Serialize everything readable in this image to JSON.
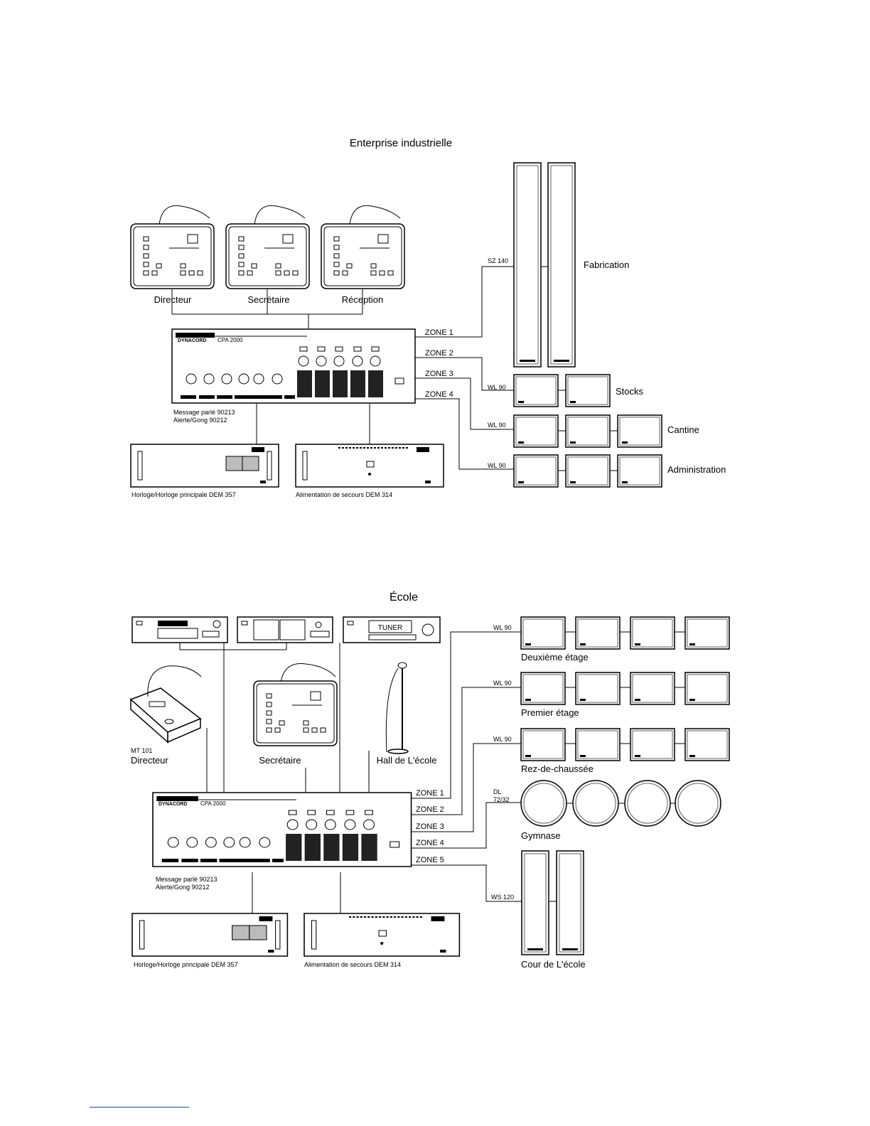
{
  "diagram1": {
    "title": "Enterprise industrielle",
    "stations": [
      "Directeur",
      "Secrétaire",
      "Réception"
    ],
    "zones": [
      "ZONE 1",
      "ZONE 2",
      "ZONE 3",
      "ZONE 4"
    ],
    "amp_notes": [
      "Message parlé 90213",
      "Alerte/Gong 90212"
    ],
    "clock_label": "Horloge/Horloge principale DEM 357",
    "power_label": "Alimentation de secours  DEM 314",
    "speaker_models": [
      "SZ 140",
      "WL 90",
      "WL 90",
      "WL 90"
    ],
    "areas": [
      "Fabrication",
      "Stocks",
      "Cantine",
      "Administration"
    ]
  },
  "diagram2": {
    "title": "École",
    "tuner_label": "TUNER",
    "mic_model": "MT 101",
    "sources": [
      "Directeur",
      "Secrétaire",
      "Hall de L'école"
    ],
    "zones": [
      "ZONE 1",
      "ZONE 2",
      "ZONE 3",
      "ZONE 4",
      "ZONE 5"
    ],
    "amp_notes": [
      "Message parlé 90213",
      "Alerte/Gong 90212"
    ],
    "clock_label": "Horloge/Horloge principale DEM 357",
    "power_label": "Alimentation de secours  DEM 314",
    "speaker_models": [
      "WL 90",
      "WL 90",
      "WL 90",
      "DL",
      "72/32",
      "WS 120"
    ],
    "areas": [
      "Deuxième étage",
      "Premier étage",
      "Rez-de-chaussée",
      "Gymnase",
      "Cour de L'école"
    ]
  },
  "device": {
    "brand": "DYNACORD",
    "model": "CPA 2000"
  }
}
